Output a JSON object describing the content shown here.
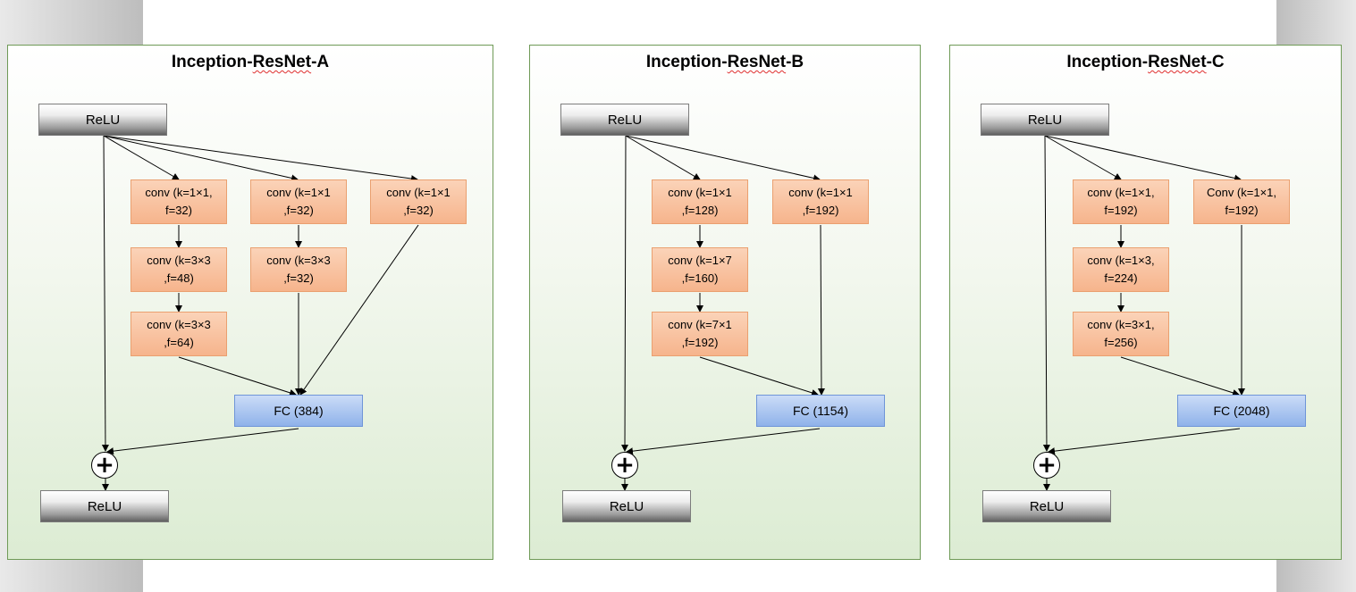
{
  "colors": {
    "panel_border": "#6f9a57",
    "conv_fill": "#f6b48c",
    "fc_fill": "#8fb2ea",
    "relu_fill": "#9a9a9a",
    "spellcheck_underline": "#e03030"
  },
  "icons": {
    "sum_node": "circled-plus-icon"
  },
  "panels": [
    {
      "title_prefix": "Inception-",
      "title_underlined": "ResNet",
      "title_suffix": "-A",
      "relu_top": "ReLU",
      "relu_bottom": "ReLU",
      "fc": "FC (384)",
      "plus": "+",
      "branches": [
        [
          [
            "conv (k=1×1,",
            "f=32)"
          ],
          [
            "conv (k=3×3",
            ",f=48)"
          ],
          [
            "conv (k=3×3",
            ",f=64)"
          ]
        ],
        [
          [
            "conv (k=1×1",
            ",f=32)"
          ],
          [
            "conv (k=3×3",
            ",f=32)"
          ]
        ],
        [
          [
            "conv (k=1×1",
            ",f=32)"
          ]
        ]
      ]
    },
    {
      "title_prefix": "Inception-",
      "title_underlined": "ResNet",
      "title_suffix": "-B",
      "relu_top": "ReLU",
      "relu_bottom": "ReLU",
      "fc": "FC (1154)",
      "plus": "+",
      "branches": [
        [
          [
            "conv (k=1×1",
            ",f=128)"
          ],
          [
            "conv (k=1×7",
            ",f=160)"
          ],
          [
            "conv (k=7×1",
            ",f=192)"
          ]
        ],
        [
          [
            "conv (k=1×1",
            ",f=192)"
          ]
        ]
      ]
    },
    {
      "title_prefix": "Inception-",
      "title_underlined": "ResNet",
      "title_suffix": "-C",
      "relu_top": "ReLU",
      "relu_bottom": "ReLU",
      "fc": "FC (2048)",
      "plus": "+",
      "branches": [
        [
          [
            "conv (k=1×1,",
            "f=192)"
          ],
          [
            "conv (k=1×3,",
            "f=224)"
          ],
          [
            "conv (k=3×1,",
            "f=256)"
          ]
        ],
        [
          [
            "Conv (k=1×1,",
            "f=192)"
          ]
        ]
      ]
    }
  ]
}
